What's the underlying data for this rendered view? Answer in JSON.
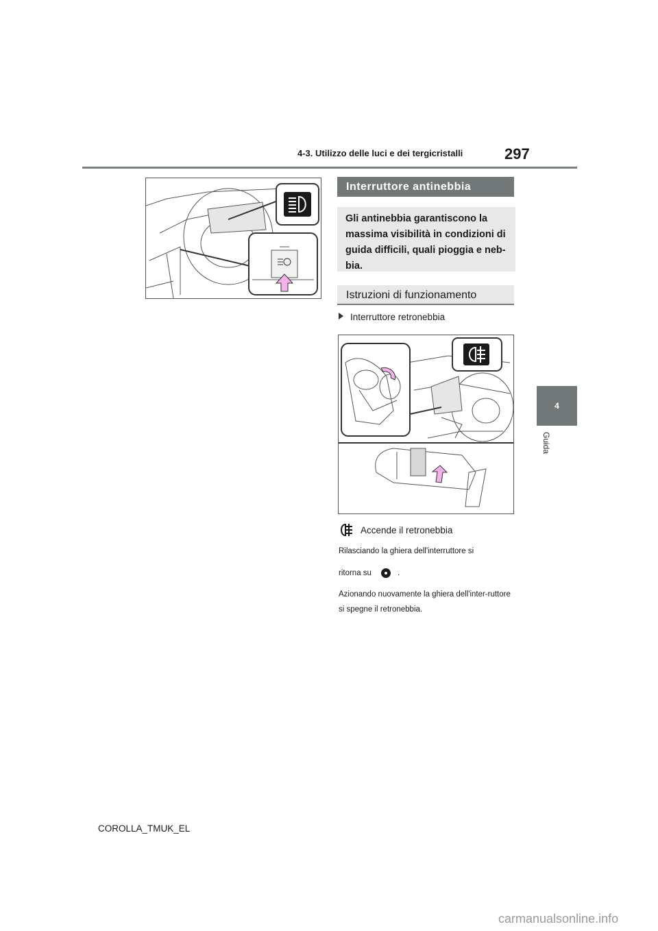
{
  "header": {
    "section_title": "4-3. Utilizzo delle luci e dei tergicristalli",
    "page_number": "297"
  },
  "side_tab": {
    "chapter_number": "4",
    "chapter_label": "Guida"
  },
  "sections": {
    "fog_switch_heading": "Interruttore antinebbia",
    "fog_intro": "Gli antinebbia garantiscono la massima visibilità in condizioni di guida difficili, quali pioggia e neb-bia.",
    "instructions_heading": "Istruzioni di funzionamento",
    "bullet_rear_fog": "Interruttore retronebbia",
    "rear_fog_icon_text": "Accende il retronebbia",
    "release_text_a": "Rilasciando la ghiera dell'interruttore si",
    "release_text_b": "ritorna su",
    "release_text_c": ".",
    "turn_off_text": "Azionando nuovamente la ghiera dell'inter-ruttore si spegne il retronebbia."
  },
  "footer": {
    "doc_code": "COROLLA_TMUK_EL"
  },
  "watermark": "carmanualsonline.info",
  "colors": {
    "heading_bar": "#727878",
    "intro_box": "#e8e8e8",
    "arrow_pink": "#f2b3ea"
  },
  "icons": [
    "headlight-icon",
    "auto-high-beam-icon",
    "rear-fog-icon",
    "off-position-icon",
    "arrow-up-icon"
  ]
}
